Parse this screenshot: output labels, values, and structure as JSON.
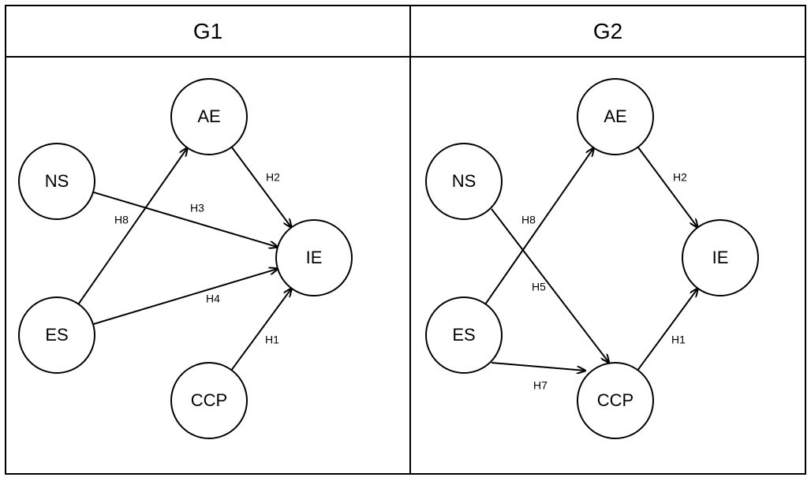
{
  "panels": [
    {
      "title": "G1",
      "nodes": [
        {
          "id": "AE",
          "label": "AE"
        },
        {
          "id": "NS",
          "label": "NS"
        },
        {
          "id": "IE",
          "label": "IE"
        },
        {
          "id": "ES",
          "label": "ES"
        },
        {
          "id": "CCP",
          "label": "CCP"
        }
      ],
      "edges": [
        {
          "from": "CCP",
          "to": "IE",
          "label": "H1"
        },
        {
          "from": "AE",
          "to": "IE",
          "label": "H2"
        },
        {
          "from": "NS",
          "to": "IE",
          "label": "H3"
        },
        {
          "from": "ES",
          "to": "IE",
          "label": "H4"
        },
        {
          "from": "ES",
          "to": "AE",
          "label": "H8"
        }
      ]
    },
    {
      "title": "G2",
      "nodes": [
        {
          "id": "AE",
          "label": "AE"
        },
        {
          "id": "NS",
          "label": "NS"
        },
        {
          "id": "IE",
          "label": "IE"
        },
        {
          "id": "ES",
          "label": "ES"
        },
        {
          "id": "CCP",
          "label": "CCP"
        }
      ],
      "edges": [
        {
          "from": "CCP",
          "to": "IE",
          "label": "H1"
        },
        {
          "from": "AE",
          "to": "IE",
          "label": "H2"
        },
        {
          "from": "NS",
          "to": "CCP",
          "label": "H5"
        },
        {
          "from": "ES",
          "to": "CCP",
          "label": "H7"
        },
        {
          "from": "ES",
          "to": "AE",
          "label": "H8"
        }
      ]
    }
  ]
}
